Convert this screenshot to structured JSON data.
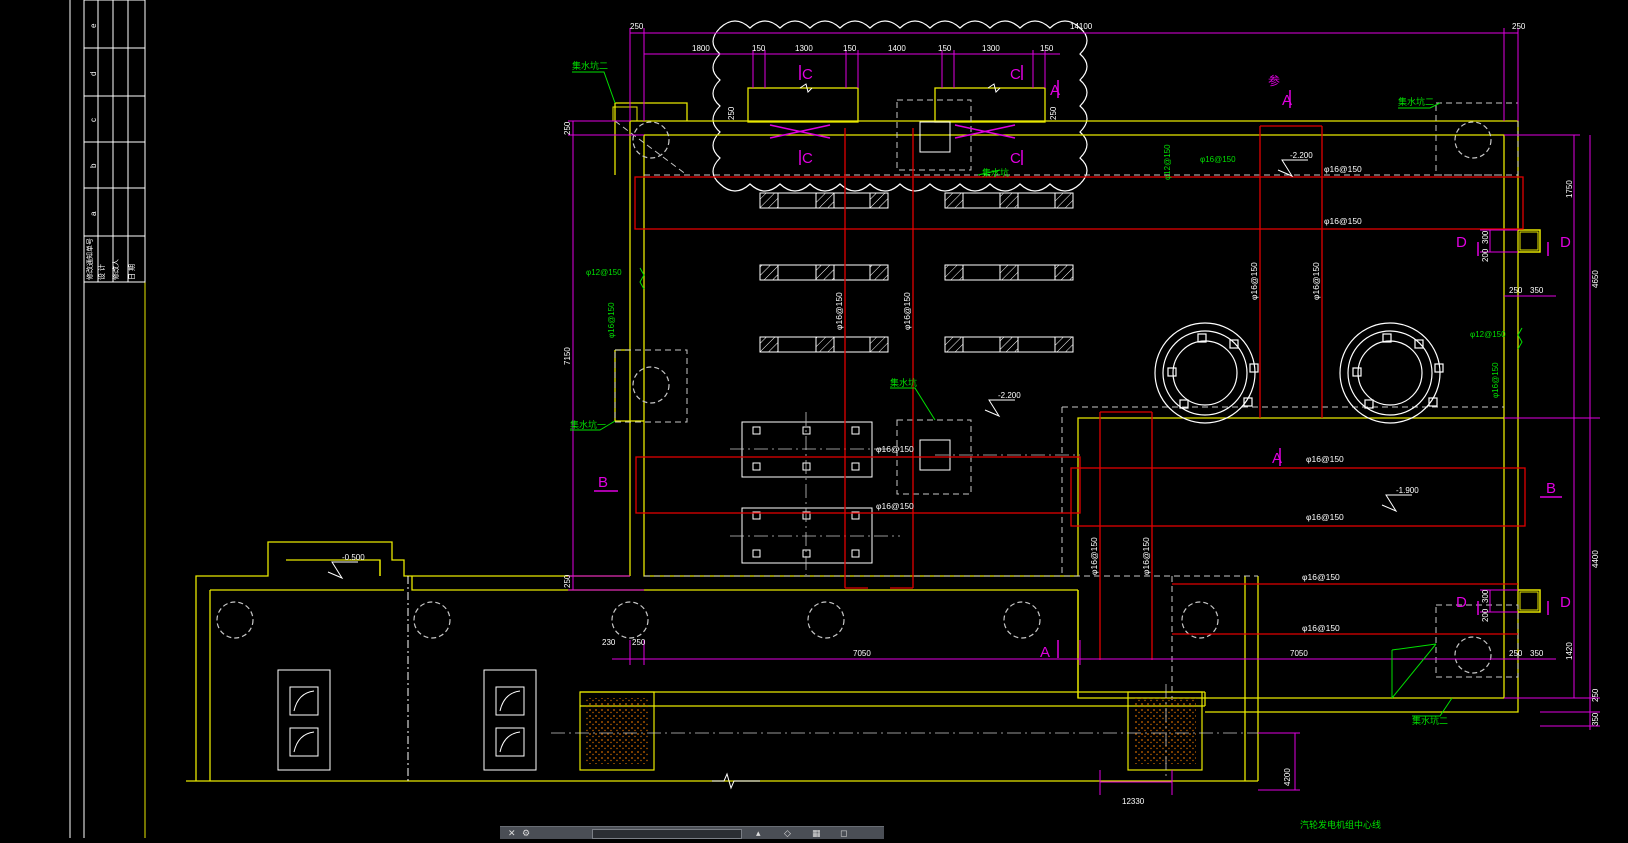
{
  "colors": {
    "background": "#000000",
    "wall": "#e8e800",
    "rebar": "#e00000",
    "dimension": "#e000e0",
    "annotation": "#00e000",
    "dashed": "#c8c8c8",
    "outline": "#ffffff"
  },
  "title_block": {
    "columns": [
      "e",
      "d",
      "c",
      "b",
      "a"
    ],
    "rows": [
      "修改通知单号",
      "设 计",
      "修改人",
      "日 期"
    ]
  },
  "dimensions": {
    "top_total": "14100",
    "top_left": "250",
    "top_right": "250",
    "top_segments": [
      "1800",
      "150",
      "1300",
      "150",
      "1400",
      "150",
      "1300",
      "150"
    ],
    "left_250_a": "250",
    "left_7150": "7150",
    "left_250_b": "250",
    "right_1750": "1750",
    "right_300_a": "300",
    "right_200_a": "200",
    "right_250": "250",
    "right_350_a": "350",
    "right_4650": "4650",
    "right_4400": "4400",
    "right_300_b": "300",
    "right_200_b": "200",
    "right_250_b": "250",
    "right_350_b": "350",
    "right_1420": "1420",
    "right_250_c": "250",
    "right_350_c": "350",
    "bottom_230": "230",
    "bottom_250": "250",
    "bottom_7050_a": "7050",
    "bottom_7050_b": "7050",
    "bottom_12330": "12330",
    "bottom_4200": "4200",
    "small_250_top": "250",
    "small_250_mid": "250"
  },
  "section_marks": {
    "A": "A",
    "B": "B",
    "C": "C",
    "D": "D"
  },
  "rebar_labels": {
    "phi16_150": "φ16@150",
    "phi12_150": "φ12@150"
  },
  "elevations": {
    "e1": "-2.200",
    "e2": "-2.200",
    "e3": "-1.900",
    "e4": "-0.500"
  },
  "notes": {
    "collection_pit_2": "集水坑二",
    "collection_pit_1": "集水坑一",
    "pit": "集水坑",
    "pit_b": "集水坑",
    "ref": "参",
    "center_line": "汽轮发电机组中心线"
  }
}
